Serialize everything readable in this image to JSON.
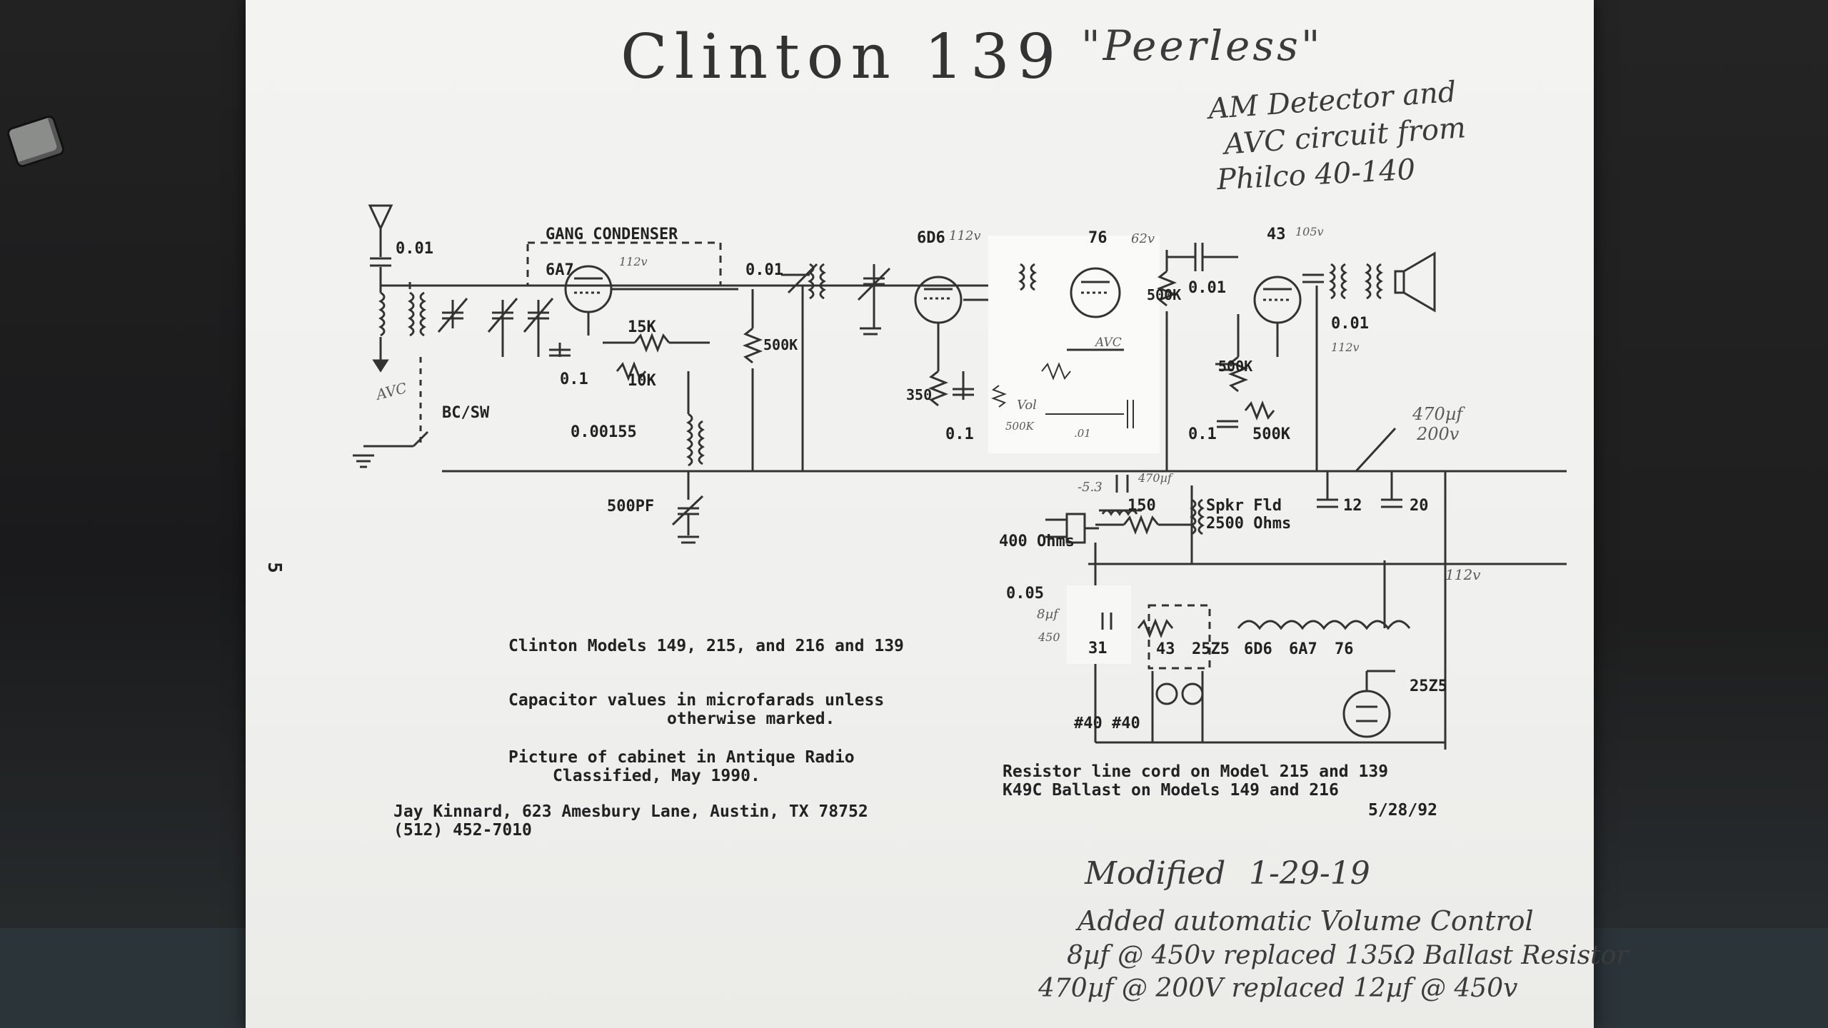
{
  "photo": {
    "page_number": "5",
    "title": "Clinton 139",
    "nickname": "\"Peerless\"",
    "note_lines": [
      "AM Detector and",
      "AVC circuit from",
      "Philco 40-140"
    ],
    "footer": {
      "models": "Clinton Models 149, 215, and 216 and 139",
      "capacitor_note_1": "Capacitor values in microfarads unless",
      "capacitor_note_2": "otherwise marked.",
      "cabinet_note_1": "Picture of cabinet in Antique Radio",
      "cabinet_note_2": "Classified, May 1990.",
      "author_1": "Jay Kinnard, 623 Amesbury Lane, Austin, TX 78752",
      "author_2": "(512) 452-7010",
      "line_cord_1": "Resistor line cord on Model 215 and 139",
      "line_cord_2": "K49C Ballast on Models 149 and 216",
      "date": "5/28/92"
    },
    "modification": {
      "heading": "Modified",
      "date": "1-29-19",
      "line_1": "Added automatic Volume Control",
      "line_2": "8µf @ 450v replaced 135Ω Ballast Resistor",
      "line_3": "470µf @ 200V replaced 12µf @ 450v"
    },
    "schematic": {
      "gang_condenser": "GANG CONDENSER",
      "tubes": [
        "6A7",
        "6D6",
        "76",
        "43",
        "25Z5"
      ],
      "tube_voltages": [
        "112v",
        "112v",
        "62v",
        "105v"
      ],
      "values": [
        "0.01",
        "0.01",
        "0.01",
        "0.01",
        "15K",
        "10K",
        "0.1",
        "0.00155",
        "500PF",
        "500K",
        "350",
        "0.1",
        "500K",
        "500K",
        "0.1",
        "500K",
        "150",
        "12",
        "20",
        "400 Ohms",
        "0.05",
        "31"
      ],
      "labels": {
        "avc": "AVC",
        "bc_sw": "BC/SW",
        "speaker_field": "Spkr Fld",
        "speaker_field_ohms": "2500 Ohms",
        "filament_string": [
          "43",
          "25Z5",
          "6D6",
          "6A7",
          "76"
        ],
        "pilot_lamps": "#40 #40",
        "rectifier": "25Z5"
      },
      "handwritten": {
        "cap_note": "470µf",
        "cap_voltage": "200v",
        "b_plus": "112v",
        "b_plus_2": "112v",
        "neg_bias": "-5.3",
        "cap_470": "470µf",
        "cap_8": "8µf",
        "cap_8_v": "450",
        "vol": "Vol",
        "vol_value": "500K",
        "cap_01": ".01",
        "avc_tag": "AVC"
      }
    }
  }
}
